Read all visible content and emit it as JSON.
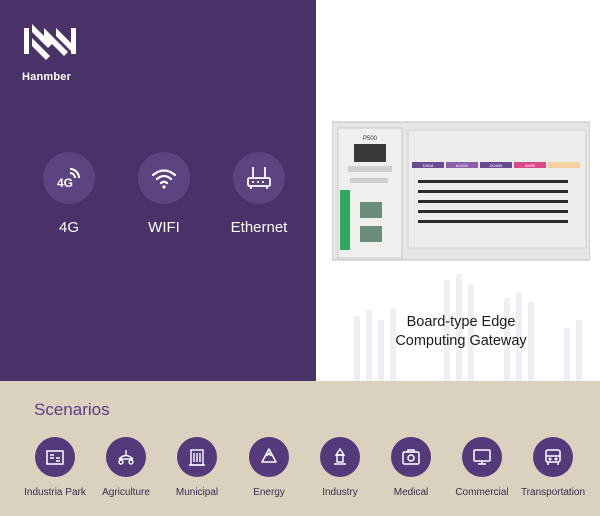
{
  "brand": {
    "name": "Hanmber",
    "logo_icon": "hanmber-logo-icon",
    "colors": {
      "primary": "#4a3268",
      "accent": "#5d4481",
      "sand": "#dad1bf"
    }
  },
  "features": [
    {
      "label": "4G",
      "icon": "4g-signal-icon",
      "badge": "4G"
    },
    {
      "label": "WIFI",
      "icon": "wifi-icon"
    },
    {
      "label": "Ethernet",
      "icon": "router-icon"
    }
  ],
  "product": {
    "model": "P500",
    "caption_line1": "Board-type Edge",
    "caption_line2": "Computing Gateway",
    "modules": [
      "DI816",
      "AO830",
      "DO830",
      "AI850"
    ]
  },
  "scenarios": {
    "title": "Scenarios",
    "items": [
      {
        "label": "Industria Park",
        "icon": "industrial-park-icon"
      },
      {
        "label": "Agriculture",
        "icon": "agriculture-icon"
      },
      {
        "label": "Municipal",
        "icon": "municipal-building-icon"
      },
      {
        "label": "Energy",
        "icon": "recycle-energy-icon"
      },
      {
        "label": "Industry",
        "icon": "industry-icon"
      },
      {
        "label": "Medical",
        "icon": "medical-kit-icon"
      },
      {
        "label": "Commercial",
        "icon": "monitor-icon"
      },
      {
        "label": "Transportation",
        "icon": "bus-icon"
      }
    ]
  }
}
